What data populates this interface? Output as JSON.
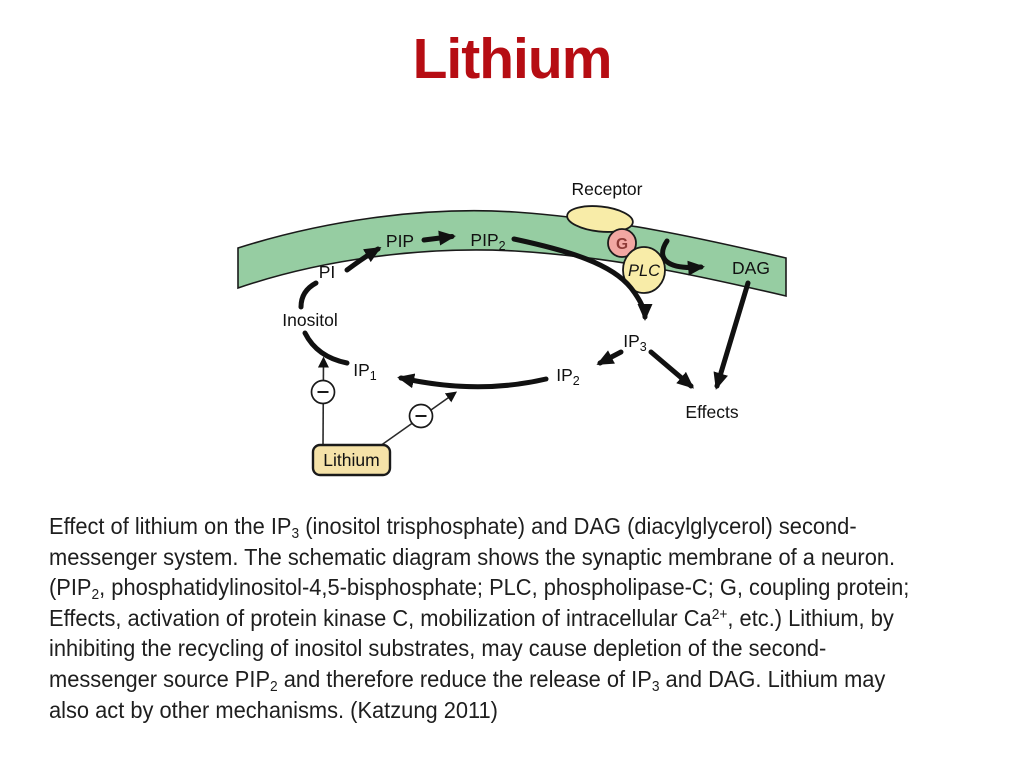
{
  "slide": {
    "title": "Lithium",
    "title_color": "#b60d13",
    "background": "#ffffff"
  },
  "diagram": {
    "colors": {
      "membrane": "#96cda2",
      "outline": "#1a1a1a",
      "receptor_fill": "#f8eca8",
      "g_protein_fill": "#f2a7a2",
      "plc_fill": "#f8eca8",
      "lithium_fill": "#f5e2a8",
      "arrow": "#111111"
    },
    "labels": {
      "receptor": "Receptor",
      "g": "G",
      "plc": "PLC",
      "pi": "PI",
      "pip": "PIP",
      "pip2": {
        "base": "PIP",
        "sub": "2"
      },
      "dag": "DAG",
      "inositol": "Inositol",
      "ip1": {
        "base": "IP",
        "sub": "1"
      },
      "ip2": {
        "base": "IP",
        "sub": "2"
      },
      "ip3": {
        "base": "IP",
        "sub": "3"
      },
      "effects": "Effects",
      "lithium": "Lithium"
    }
  },
  "caption": {
    "lines": [
      [
        {
          "t": "Effect of lithium on the IP"
        },
        {
          "sub": "3"
        },
        {
          "t": " (inositol trisphosphate) and DAG (diacylglycerol) second-"
        }
      ],
      [
        {
          "t": "messenger system. The schematic diagram shows the synaptic membrane of a neuron."
        }
      ],
      [
        {
          "t": "(PIP"
        },
        {
          "sub": "2"
        },
        {
          "t": ", phosphatidylinositol-4,5-bisphosphate; PLC, phospholipase-C; G, coupling protein;"
        }
      ],
      [
        {
          "t": "Effects, activation of protein kinase C, mobilization of intracellular Ca"
        },
        {
          "sup": "2+"
        },
        {
          "t": ", etc.) Lithium, by"
        }
      ],
      [
        {
          "t": "inhibiting the recycling of inositol substrates, may cause depletion of the second-"
        }
      ],
      [
        {
          "t": "messenger source PIP"
        },
        {
          "sub": "2"
        },
        {
          "t": " and therefore reduce the release of IP"
        },
        {
          "sub": "3"
        },
        {
          "t": " and DAG. Lithium may"
        }
      ],
      [
        {
          "t": "also act by other mechanisms. (Katzung 2011)"
        }
      ]
    ]
  }
}
